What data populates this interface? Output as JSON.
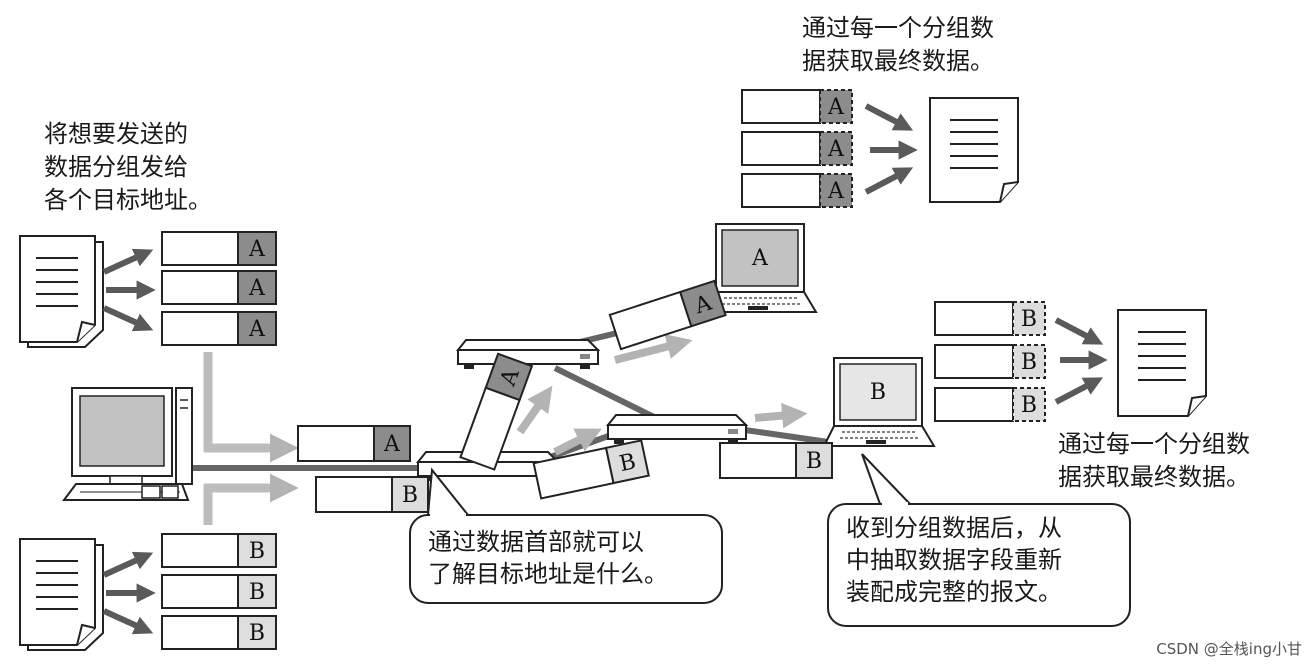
{
  "captions": {
    "send": [
      "将想要发送的",
      "数据分组发给",
      "各个目标地址。"
    ],
    "receive_a": [
      "通过每一个分组数",
      "据获取最终数据。"
    ],
    "receive_b": [
      "通过每一个分组数",
      "据获取最终数据。"
    ]
  },
  "callouts": {
    "header": [
      "通过数据首部就可以",
      "了解目标地址是什么。"
    ],
    "reassemble": [
      "收到分组数据后，从",
      "中抽取数据字段重新",
      "装配成完整的报文。"
    ]
  },
  "labels": {
    "a": "A",
    "b": "B"
  },
  "colors": {
    "packet_a": "#8c8c8c",
    "packet_b": "#dddddd",
    "screen": "#c2c2c2",
    "line_dark": "#666666",
    "line_light": "#bdbdbd",
    "arrow_dark": "#5a5a5a",
    "arrow_light": "#b3b3b3"
  },
  "watermark": "CSDN @全栈ing小甘"
}
